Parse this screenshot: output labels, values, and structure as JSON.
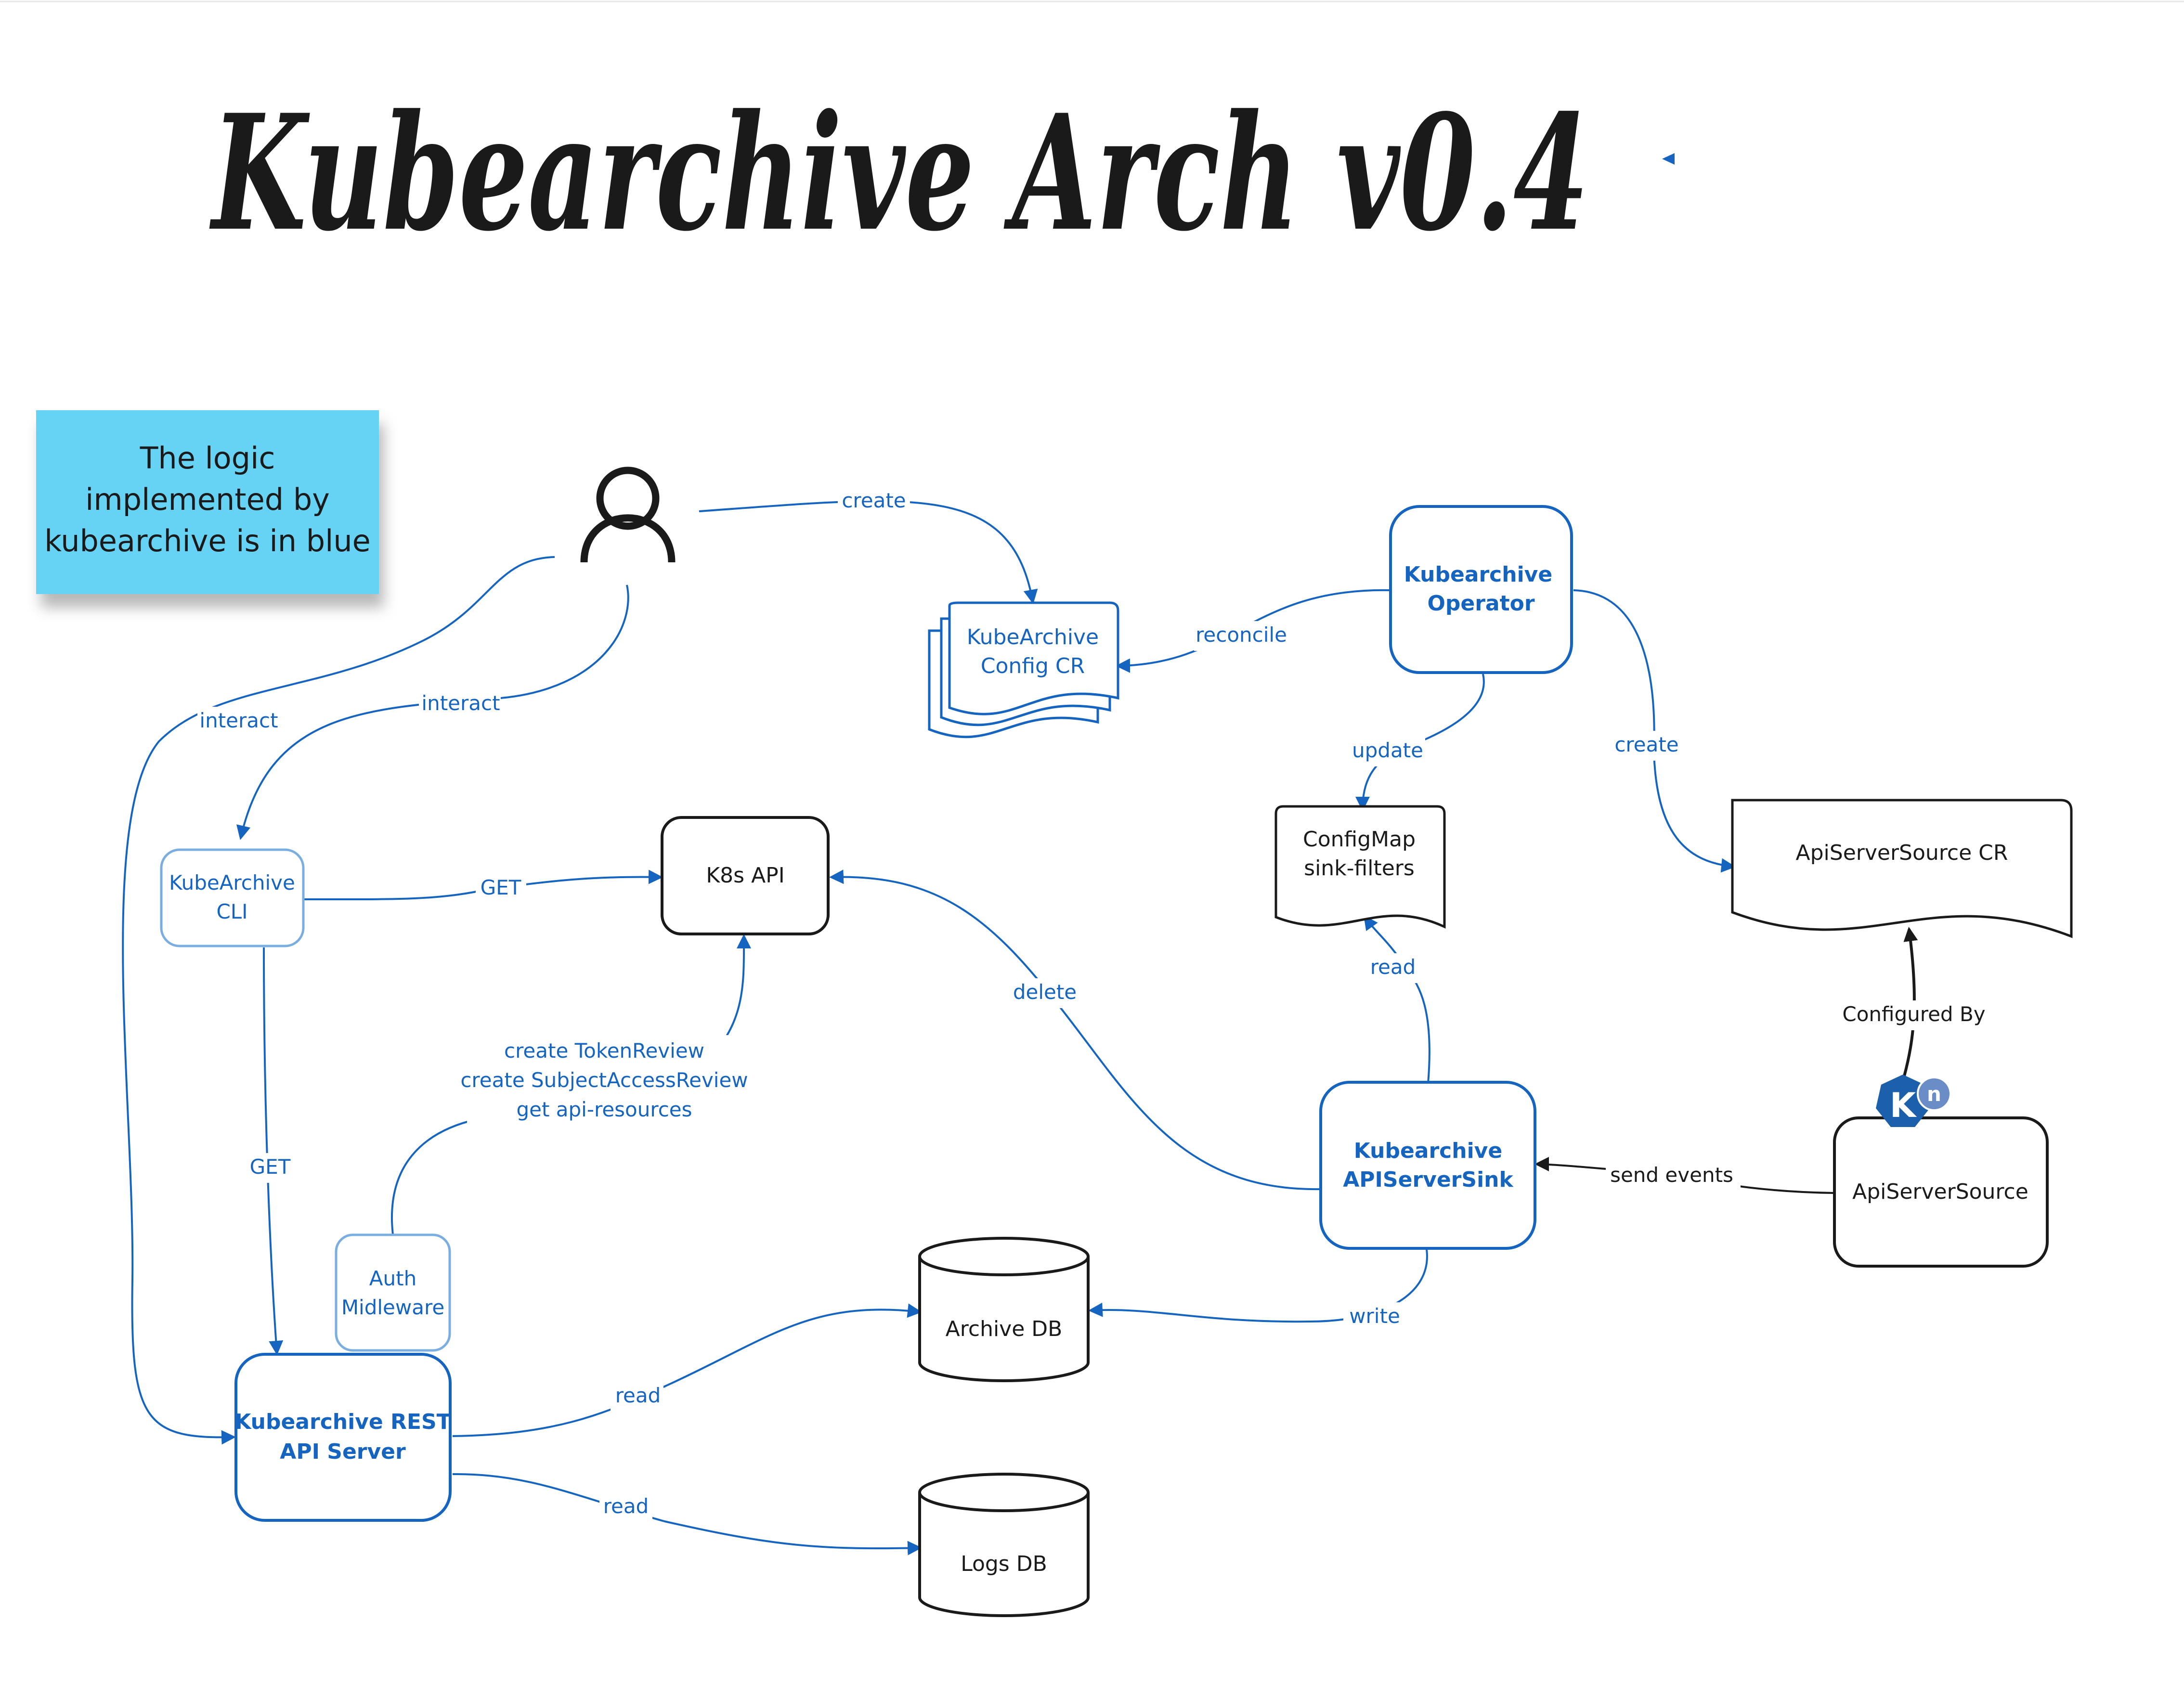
{
  "title": "Kubearchive Arch v0.4",
  "colors": {
    "blue": "#1565C0",
    "light_blue": "#7AAEE0",
    "black": "#1a1a1a",
    "sticky": "#66D3F5",
    "knative": "#1C5FAB",
    "knative_badge": "#6A8DC8"
  },
  "legend_note": {
    "line1": "The logic",
    "line2": "implemented by",
    "line3": "kubearchive is in blue"
  },
  "user": {
    "icon": "user-icon"
  },
  "nodes": {
    "config_cr": {
      "line1": "KubeArchive",
      "line2": "Config CR"
    },
    "operator": {
      "line1": "Kubearchive",
      "line2": "Operator"
    },
    "configmap": {
      "line1": "ConfigMap",
      "line2": "sink-filters"
    },
    "apiserversource_cr": {
      "line1": "ApiServerSource CR"
    },
    "cli": {
      "line1": "KubeArchive",
      "line2": "CLI"
    },
    "k8s_api": {
      "line1": "K8s API"
    },
    "sink": {
      "line1": "Kubearchive",
      "line2": "APIServerSink"
    },
    "apiserversource": {
      "line1": "ApiServerSource",
      "logo_letter": "K",
      "badge_letter": "n"
    },
    "auth": {
      "line1": "Auth",
      "line2": "Midleware"
    },
    "rest": {
      "line1": "Kubearchive REST",
      "line2": "API Server"
    },
    "archive_db": {
      "line1": "Archive DB"
    },
    "logs_db": {
      "line1": "Logs DB"
    }
  },
  "edges": {
    "create_cr": "create",
    "reconcile": "reconcile",
    "update": "update",
    "create_source": "create",
    "interact_rest": "interact",
    "interact_cli": "interact",
    "cli_get_k8s": "GET",
    "cli_get_rest": "GET",
    "delete": "delete",
    "read_configmap": "read",
    "configured_by": "Configured By",
    "send_events": "send events",
    "auth_line1": "create TokenReview",
    "auth_line2": "create SubjectAccessReview",
    "auth_line3": "get api-resources",
    "write": "write",
    "read_archive": "read",
    "read_logs": "read"
  }
}
